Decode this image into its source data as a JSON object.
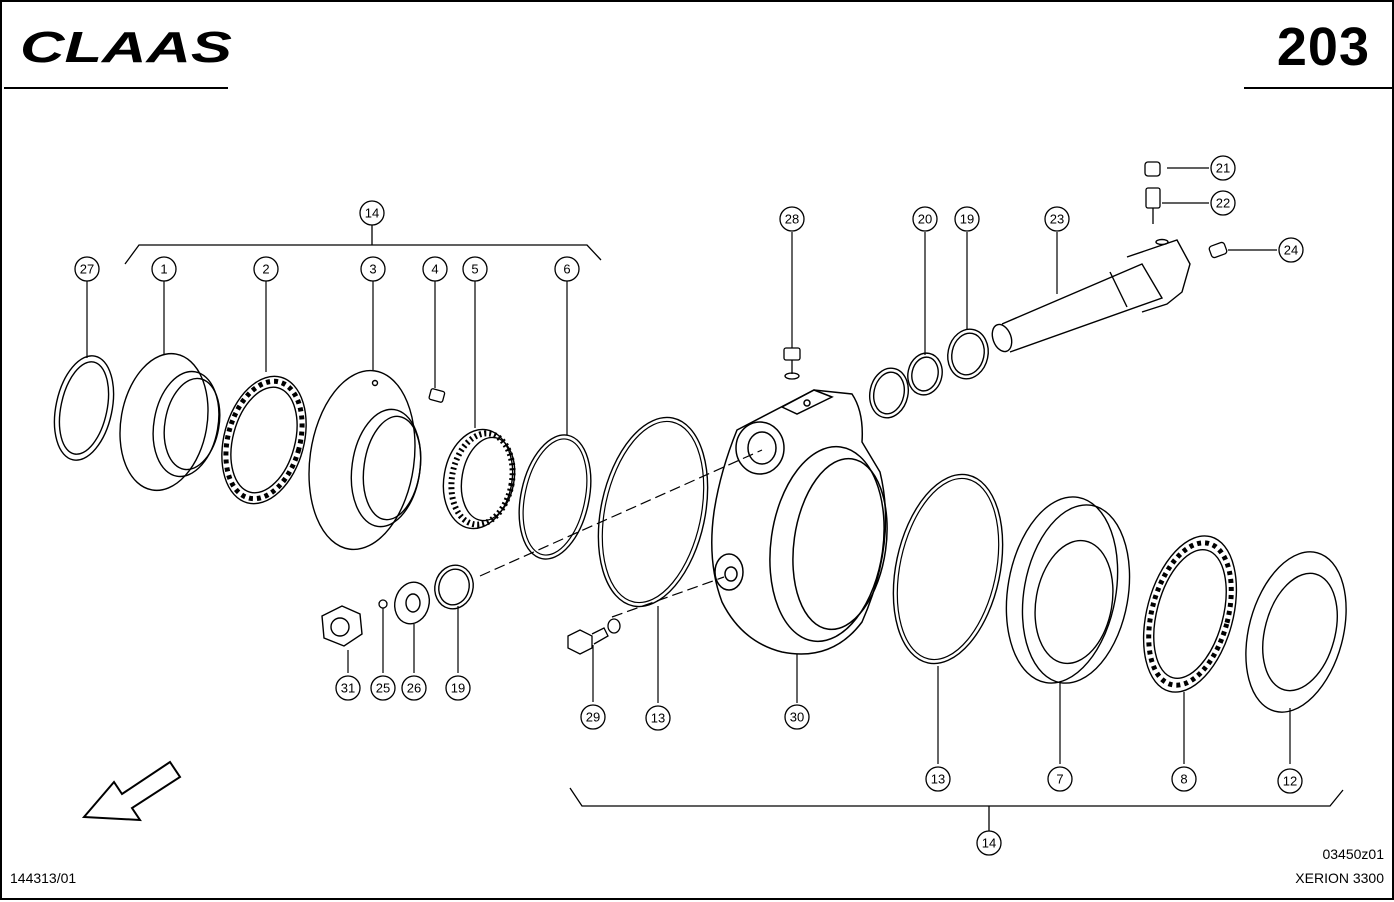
{
  "header": {
    "brand": "CLAAS",
    "page_number": "203"
  },
  "footer": {
    "doc_number": "144313/01",
    "drawing_code": "03450z01",
    "model": "XERION 3300"
  },
  "callouts": [
    "27",
    "1",
    "2",
    "3",
    "4",
    "5",
    "6",
    "14",
    "28",
    "20",
    "19",
    "23",
    "21",
    "22",
    "24",
    "31",
    "25",
    "26",
    "19",
    "29",
    "13",
    "30",
    "13",
    "7",
    "8",
    "12",
    "14"
  ],
  "icons": {
    "brand_logo": "claas-logo",
    "direction_arrow": "direction-arrow-icon"
  }
}
